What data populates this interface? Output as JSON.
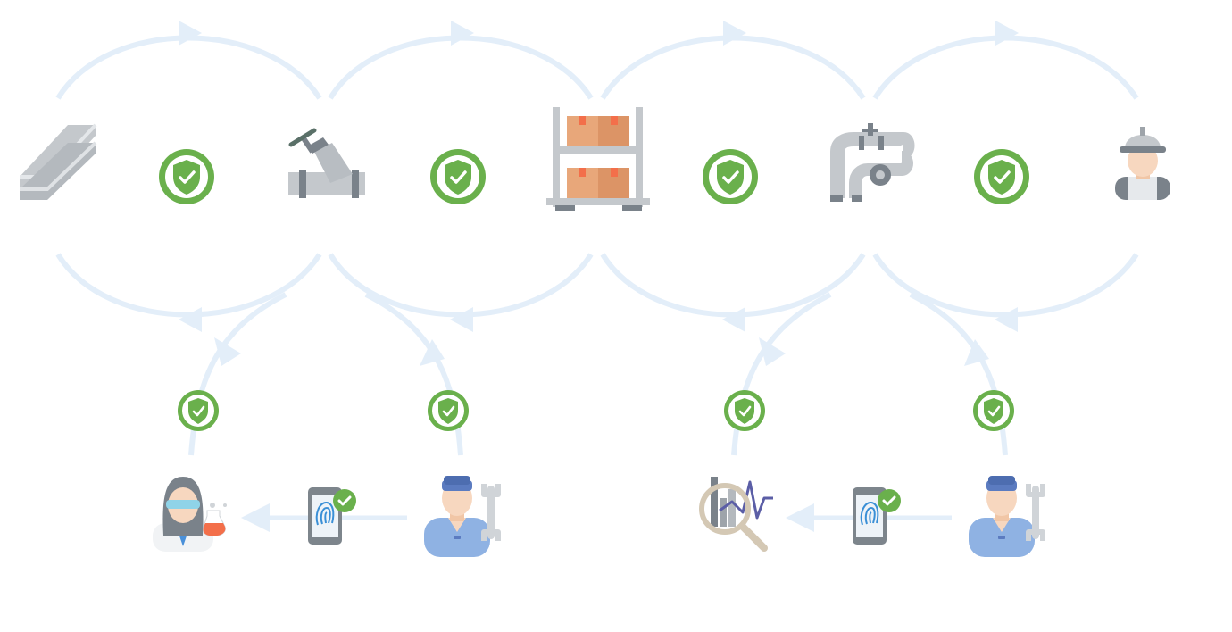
{
  "diagram": {
    "nodes": [
      {
        "id": "steel-beams",
        "icon": "steel-beams-icon"
      },
      {
        "id": "pipe-valve",
        "icon": "pipe-valve-icon"
      },
      {
        "id": "warehouse-rack",
        "icon": "warehouse-shelf-icon"
      },
      {
        "id": "pipeline",
        "icon": "pipeline-valve-icon"
      },
      {
        "id": "construction-worker",
        "icon": "construction-worker-icon"
      },
      {
        "id": "lab-scientist",
        "icon": "scientist-icon"
      },
      {
        "id": "mobile-verify-1",
        "icon": "mobile-fingerprint-icon"
      },
      {
        "id": "technician-1",
        "icon": "technician-icon"
      },
      {
        "id": "data-analysis",
        "icon": "analytics-search-icon"
      },
      {
        "id": "mobile-verify-2",
        "icon": "mobile-fingerprint-icon"
      },
      {
        "id": "technician-2",
        "icon": "technician-icon"
      }
    ],
    "verification_badge": "shield-check-icon",
    "colors": {
      "flow": "#e3eef9",
      "shield": "#6ab04c",
      "metal": "#c4c8cc",
      "metal_dark": "#7a828a",
      "box": "#e8a77a",
      "skin": "#f7d7bf",
      "blue_uniform": "#8fb2e3",
      "cap": "#5b7bc0",
      "phone": "#7d858c",
      "fingerprint": "#3a8fd6"
    }
  }
}
